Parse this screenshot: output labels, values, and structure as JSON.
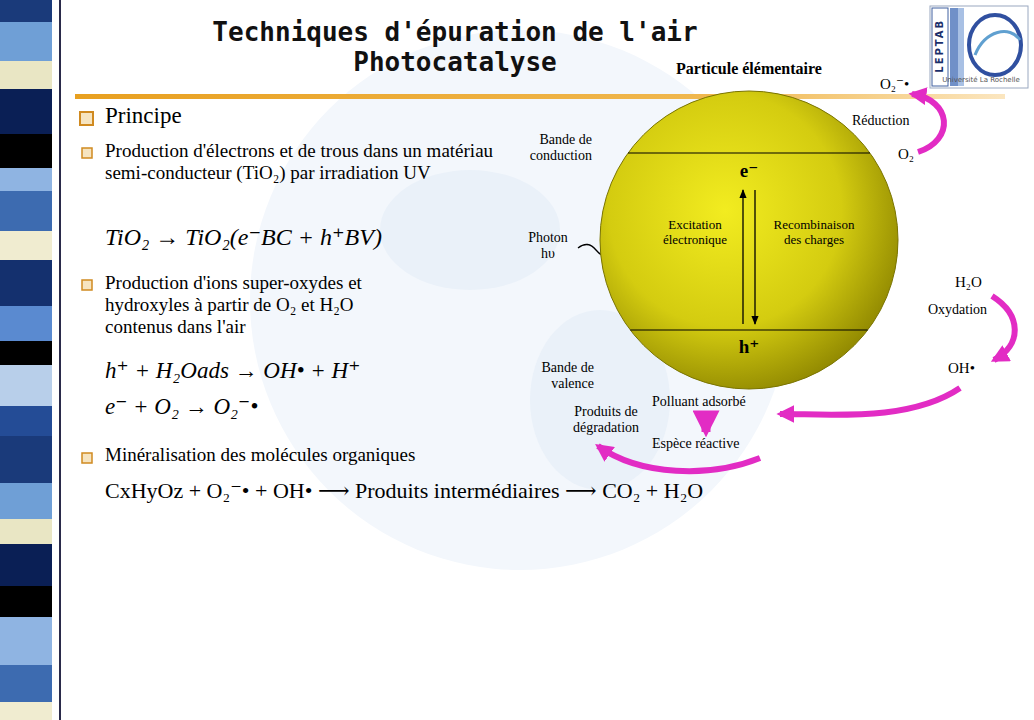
{
  "diagram": {
    "title": "Techniques d'épuration de l'air Photocatalyse",
    "nodes": [
      {
        "text": [
          "Particule élémentaire",
          "e⁻",
          "Excitation électronique",
          "Recombinaison des charges",
          "h⁺"
        ]
      }
    ],
    "labels": [
      "Principe",
      "Production d'électrons et de trous dans un matériau semi-conducteur (TiO₂) par irradiation UV",
      "TiO₂ → TiO₂(e⁻BC + h⁺BV)",
      "Production d'ions super-oxydes et hydroxyles à partir de O₂ et H₂O contenus dans l'air",
      "h⁺ + H₂Oads → OH• + H⁺",
      "e⁻ + O₂ → O₂⁻•",
      "Minéralisation des molécules organiques",
      "CxHyOz + O₂⁻• + OH• ⟶ Produits intermédiaires ⟶ CO₂ + H₂O",
      "Bande de conduction",
      "Photon hυ",
      "Bande de valence",
      "O₂⁻•",
      "Réduction",
      "O₂",
      "H₂O",
      "Oxydation",
      "OH•",
      "Polluant adsorbé",
      "Produits de dégradation",
      "Espèce réactive",
      "LEPTAB",
      "Université La Rochelle"
    ]
  }
}
